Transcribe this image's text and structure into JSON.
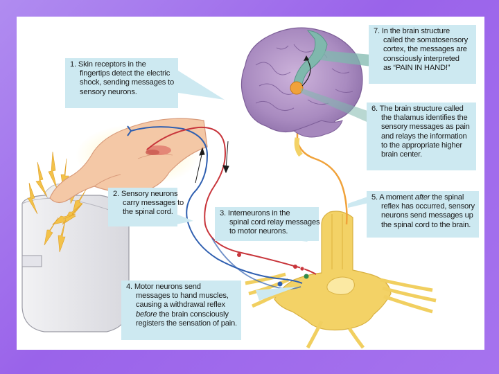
{
  "captions": {
    "c1": {
      "number": "1.",
      "lines": [
        "Skin receptors in the",
        "fingertips detect the electric",
        "shock, sending messages to",
        "sensory neurons."
      ]
    },
    "c2": {
      "number": "2.",
      "lines": [
        "Sensory neurons",
        "carry messages to",
        "the spinal cord."
      ]
    },
    "c3": {
      "number": "3.",
      "lines": [
        "Interneurons in the",
        "spinal cord relay messages",
        "to motor neurons."
      ]
    },
    "c4": {
      "number": "4.",
      "line1": "Motor neurons send",
      "line2": "messages to hand muscles,",
      "line3": "causing a withdrawal reflex",
      "line4_em": "before",
      "line4_rest": " the brain consciously",
      "line5": "registers the sensation of pain."
    },
    "c5": {
      "number": "5.",
      "line1_pre": "A moment ",
      "line1_em": "after",
      "line1_post": " the spinal",
      "line2": "reflex has occurred, sensory",
      "line3": "neurons send messages up",
      "line4": "the spinal cord to the brain."
    },
    "c6": {
      "number": "6.",
      "lines": [
        "The brain structure called",
        "the thalamus identifies the",
        "sensory messages as pain",
        "and relays the information",
        "to the appropriate higher",
        "brain center."
      ]
    },
    "c7": {
      "number": "7.",
      "lines": [
        "In the brain structure",
        "called the somatosensory",
        "cortex, the messages are",
        "consciously interpreted",
        "as “PAIN IN HAND!”"
      ]
    }
  },
  "colors": {
    "caption_bg": "#cde9f1",
    "sensory_neuron": "#2f5fb0",
    "motor_neuron": "#c8353b",
    "spinal_cord": "#f3d266",
    "brain": "#b79ac9",
    "cortex_highlight": "#7fb8ad",
    "thalamus": "#f0a23a",
    "background": "#a06cec"
  }
}
